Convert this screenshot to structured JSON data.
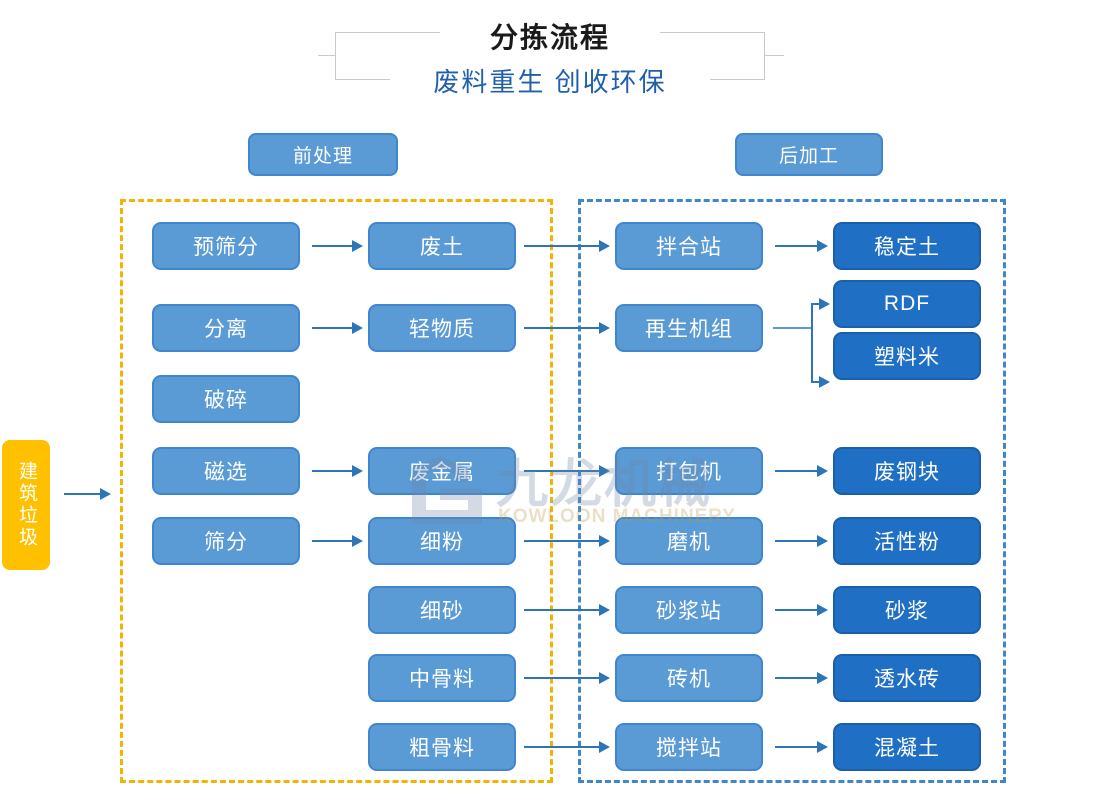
{
  "title": {
    "main": "分拣流程",
    "sub": "废料重生 创收环保"
  },
  "stages": {
    "pre": "前处理",
    "post": "后加工"
  },
  "input": {
    "label": "建筑垃圾"
  },
  "columns": {
    "col1": [
      {
        "label": "预筛分"
      },
      {
        "label": "分离"
      },
      {
        "label": "破碎"
      },
      {
        "label": "磁选"
      },
      {
        "label": "筛分"
      }
    ],
    "col2": [
      {
        "label": "废土"
      },
      {
        "label": "轻物质"
      },
      {
        "label": "废金属"
      },
      {
        "label": "细粉"
      },
      {
        "label": "细砂"
      },
      {
        "label": "中骨料"
      },
      {
        "label": "粗骨料"
      }
    ],
    "col3": [
      {
        "label": "拌合站"
      },
      {
        "label": "再生机组"
      },
      {
        "label": "打包机"
      },
      {
        "label": "磨机"
      },
      {
        "label": "砂浆站"
      },
      {
        "label": "砖机"
      },
      {
        "label": "搅拌站"
      }
    ],
    "col4": [
      {
        "label": "稳定土"
      },
      {
        "label": "RDF"
      },
      {
        "label": "塑料米"
      },
      {
        "label": "废钢块"
      },
      {
        "label": "活性粉"
      },
      {
        "label": "砂浆"
      },
      {
        "label": "透水砖"
      },
      {
        "label": "混凝土"
      }
    ]
  },
  "watermark": {
    "cn": "九龙机械",
    "en": "KOWLOON MACHINERY"
  },
  "colors": {
    "light_blue": "#5a9bd5",
    "dark_blue": "#1f6fc4",
    "orange_dash": "#f5b301",
    "blue_dash": "#3f86cf",
    "input_yellow": "#ffc000",
    "arrow": "#2e75b6",
    "subtitle": "#1f5fae"
  }
}
